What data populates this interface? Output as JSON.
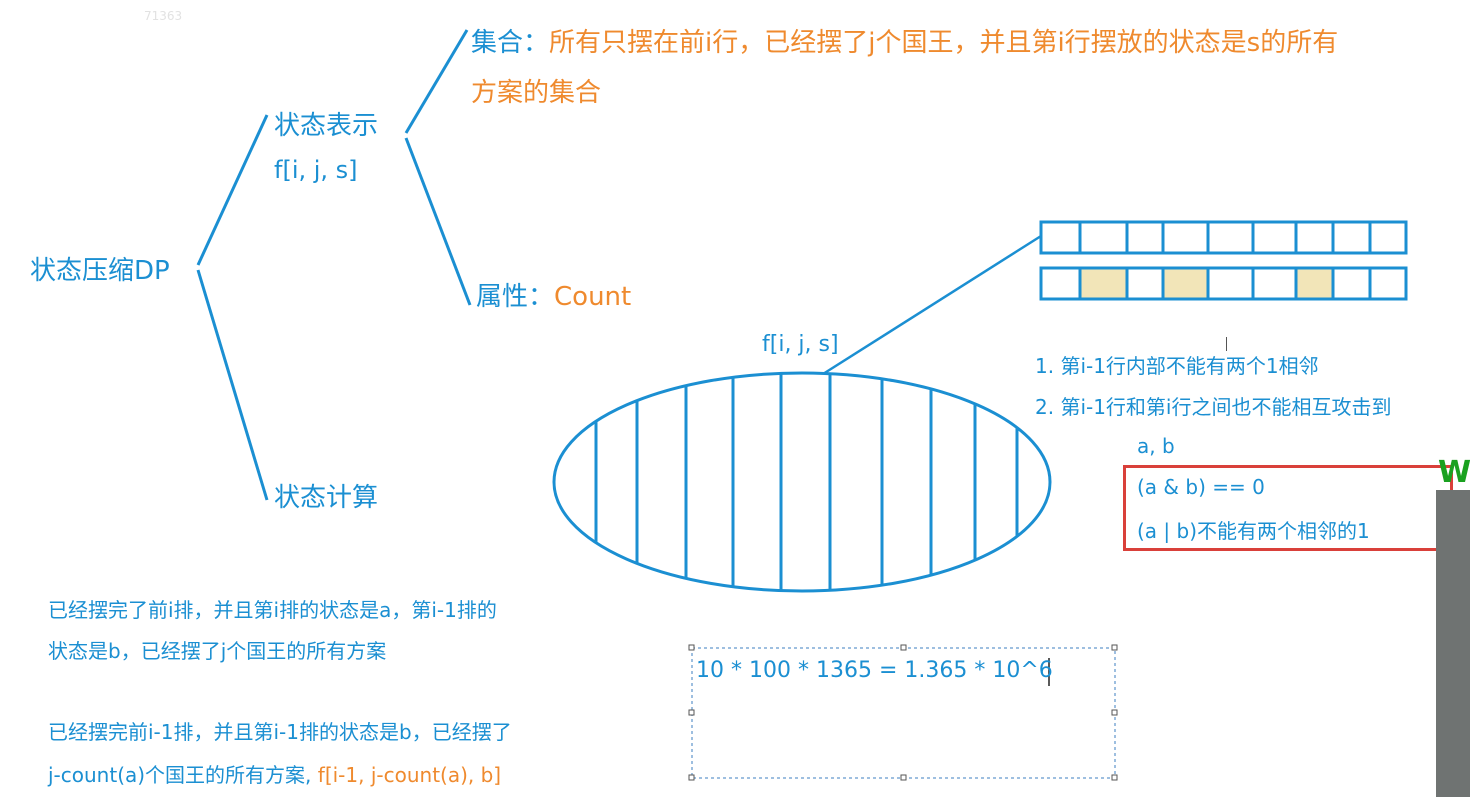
{
  "watermark": "71363",
  "root": {
    "label": "状态压缩DP"
  },
  "branch_repr": {
    "label": "状态表示",
    "formula": "f[i, j, s]"
  },
  "set_def": {
    "label": "集合：",
    "line1": "所有只摆在前i行，已经摆了j个国王，并且第i行摆放的状态是s的所有",
    "line2": "方案的集合"
  },
  "attribute": {
    "label": "属性：",
    "value": "Count"
  },
  "branch_calc": {
    "label": "状态计算"
  },
  "ellipse_label": "f[i, j, s]",
  "grid": {
    "columns": 9,
    "highlight_color": "#f2e5b8",
    "highlighted_cells_row2": [
      1,
      3,
      6
    ]
  },
  "conditions": {
    "c1": "1. 第i-1行内部不能有两个1相邻",
    "c2": "2. 第i-1行和第i行之间也不能相互攻击到",
    "vars": "a, b",
    "rule1": "(a & b) == 0",
    "rule2": "(a | b)不能有两个相邻的1"
  },
  "desc1": {
    "line1": "已经摆完了前i排，并且第i排的状态是a，第i-1排的",
    "line2": "状态是b，已经摆了j个国王的所有方案"
  },
  "desc2": {
    "line1": "已经摆完前i-1排，并且第i-1排的状态是b，已经摆了",
    "line2_prefix": "j-count(a)个国王的所有方案, ",
    "line2_formula": "f[i-1, j-count(a), b]"
  },
  "complexity": "10 * 100 * 1365 = 1.365 * 10^6",
  "side_fragment": "W",
  "colors": {
    "blue": "#1b8fd2",
    "orange": "#ef8a2e",
    "red": "#d9403a"
  }
}
